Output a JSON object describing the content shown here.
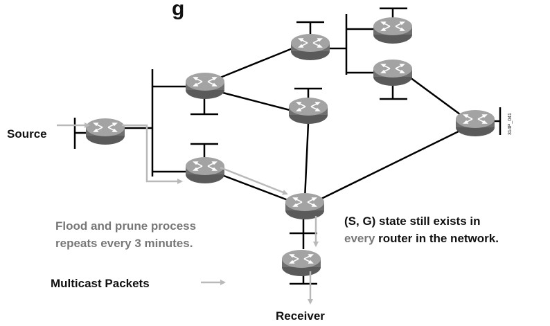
{
  "title_fragment": "g",
  "labels": {
    "source": "Source",
    "receiver": "Receiver",
    "flood_prune_line1": "Flood and prune process",
    "flood_prune_line2": "repeats every 3 minutes.",
    "state_line1": "(S, G) state still exists in",
    "state_line2_word": "every",
    "state_line2_rest": " router in the network.",
    "legend": "Multicast Packets",
    "figure_code": "314P_041"
  },
  "colors": {
    "link": "#000000",
    "multicast_flow": "#b9b9b9",
    "router_body": "#6f6f6f",
    "router_top": "#9a9a9a",
    "gray_text": "#777777"
  },
  "icons": [
    "router-icon",
    "lan-segment",
    "flow-arrow"
  ]
}
